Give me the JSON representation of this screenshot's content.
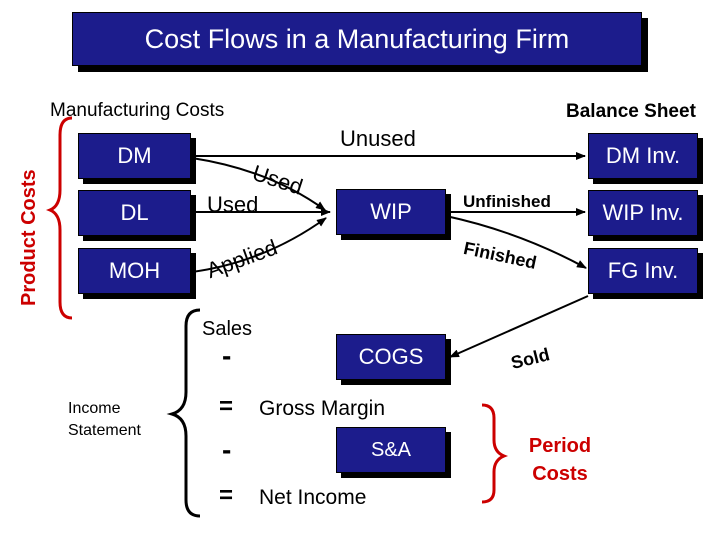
{
  "title": "Cost Flows in a Manufacturing Firm",
  "manufacturing_costs_label": "Manufacturing Costs",
  "balance_sheet_label": "Balance Sheet",
  "product_costs_label": "Product Costs",
  "inputs": {
    "dm": "DM",
    "dl": "DL",
    "moh": "MOH"
  },
  "wip_label": "WIP",
  "flow_labels": {
    "unused": "Unused",
    "used_curved": "Used",
    "used": "Used",
    "applied": "Applied",
    "unfinished": "Unfinished",
    "finished": "Finished",
    "sold": "Sold"
  },
  "balance_sheet_items": {
    "dm_inv": "DM Inv.",
    "wip_inv": "WIP Inv.",
    "fg_inv": "FG Inv."
  },
  "income_statement": {
    "label": "Income Statement",
    "sales": "Sales",
    "minus1": "-",
    "cogs": "COGS",
    "equals1": "=",
    "gross_margin": "Gross Margin",
    "minus2": "-",
    "sa": "S&A",
    "equals2": "=",
    "net_income": "Net Income"
  },
  "period_costs_label": "Period Costs",
  "colors": {
    "box_fill": "#1c1c8c",
    "accent_red": "#cc0000"
  }
}
